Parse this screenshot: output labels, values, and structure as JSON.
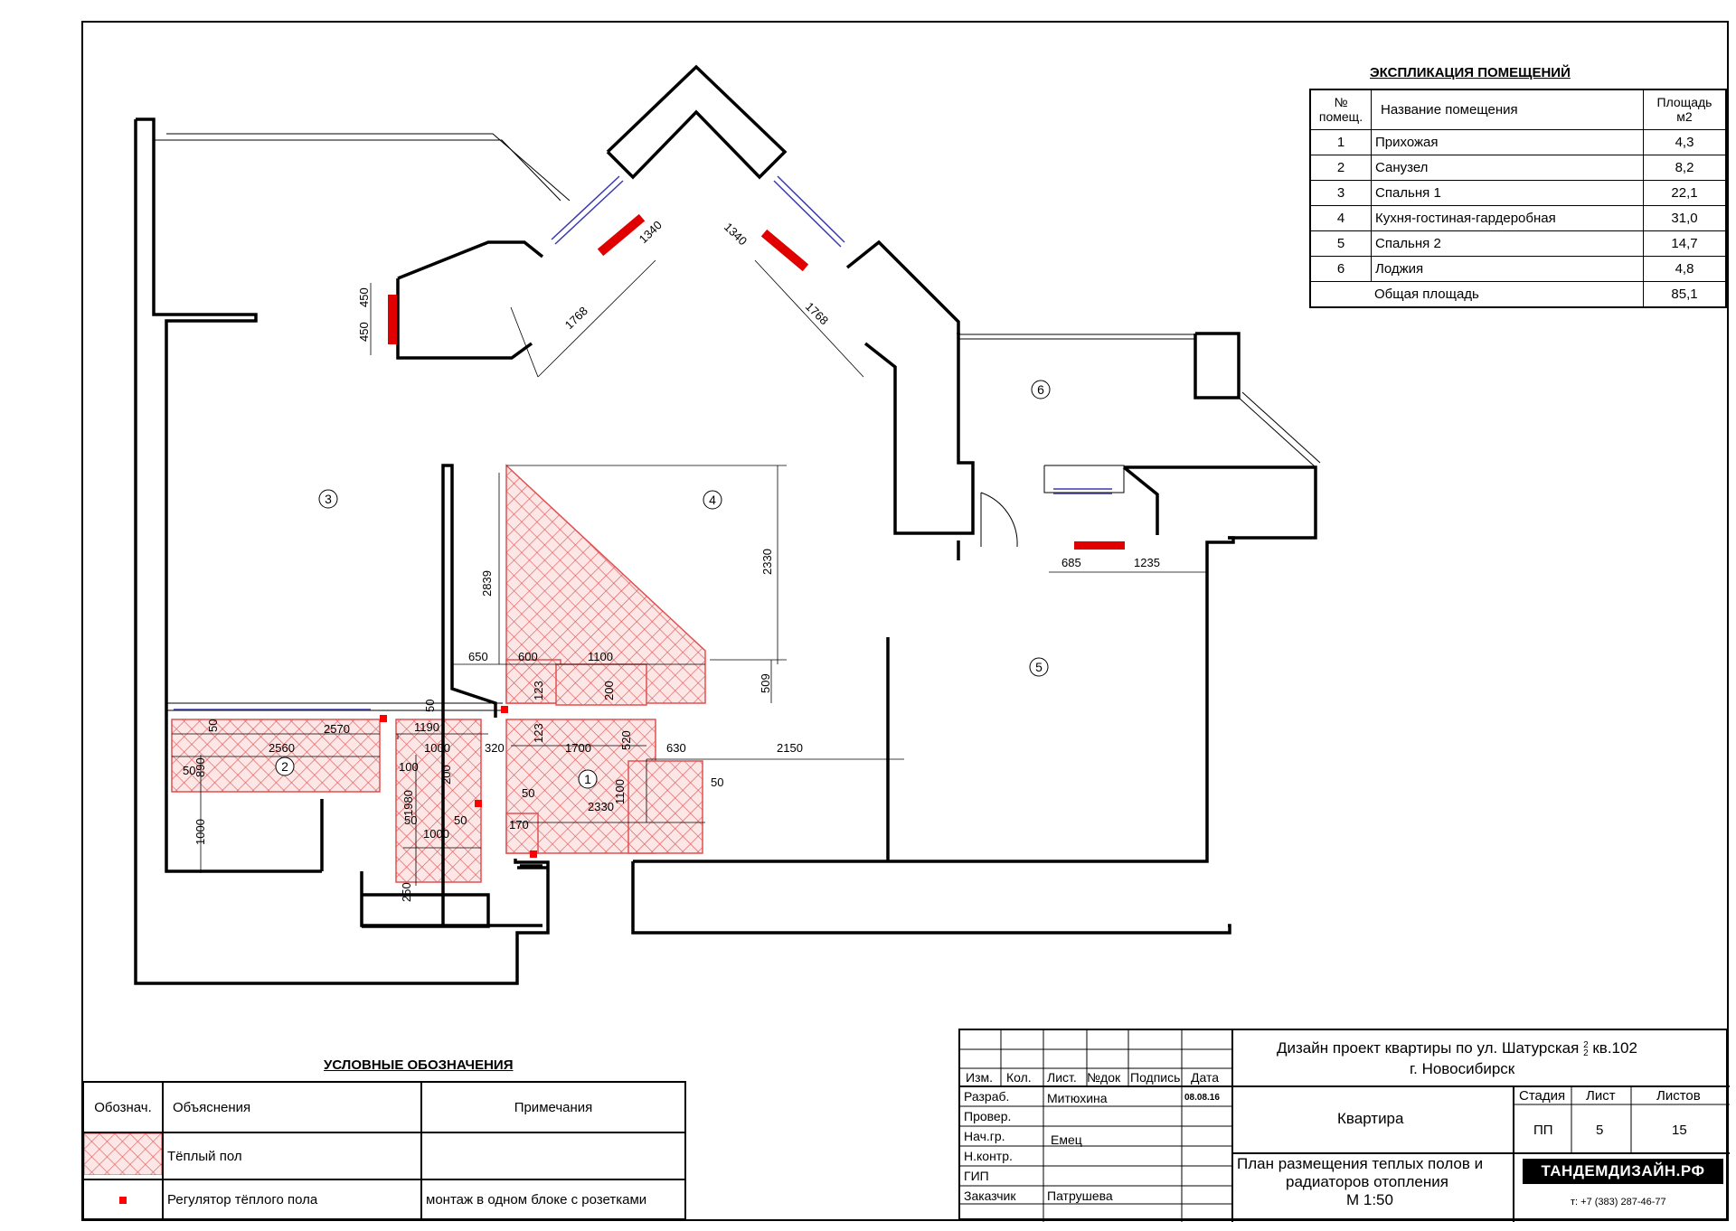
{
  "explication": {
    "title": "ЭКСПЛИКАЦИЯ ПОМЕЩЕНИЙ",
    "headers": [
      "№ помещ.",
      "Название помещения",
      "Площадь м2"
    ],
    "rows": [
      {
        "num": "1",
        "name": "Прихожая",
        "area": "4,3"
      },
      {
        "num": "2",
        "name": "Санузел",
        "area": "8,2"
      },
      {
        "num": "3",
        "name": "Спальня 1",
        "area": "22,1"
      },
      {
        "num": "4",
        "name": "Кухня-гостиная-гардеробная",
        "area": "31,0"
      },
      {
        "num": "5",
        "name": "Спальня 2",
        "area": "14,7"
      },
      {
        "num": "6",
        "name": "Лоджия",
        "area": "4,8"
      }
    ],
    "total_label": "Общая площадь",
    "total_value": "85,1"
  },
  "legend": {
    "title": "УСЛОВНЫЕ ОБОЗНАЧЕНИЯ",
    "headers": [
      "Обознач.",
      "Объяснения",
      "Примечания"
    ],
    "rows": [
      {
        "explanation": "Тёплый пол",
        "note": ""
      },
      {
        "explanation": "Регулятор тёплого пола",
        "note": "монтаж в одном блоке с розетками"
      }
    ]
  },
  "stamp": {
    "project_title_line1": "Дизайн проект квартиры по ул. Шатурская",
    "house_num_top": "2",
    "house_num_bottom": "2",
    "project_title_apt": "кв.102",
    "project_title_line2": "г. Новосибирск",
    "cols": [
      "Изм.",
      "Кол.",
      "Лист.",
      "№док",
      "Подпись",
      "Дата"
    ],
    "roles": [
      {
        "role": "Разраб.",
        "name": "Митюхина",
        "date": "08.08.16"
      },
      {
        "role": "Провер.",
        "name": "",
        "date": ""
      },
      {
        "role": "Нач.гр.",
        "name": "Емец",
        "date": ""
      },
      {
        "role": "Н.контр.",
        "name": "",
        "date": ""
      },
      {
        "role": "ГИП",
        "name": "",
        "date": ""
      },
      {
        "role": "Заказчик",
        "name": "Патрушева",
        "date": ""
      }
    ],
    "object": "Квартира",
    "sheet_title_line1": "План размещения теплых полов и",
    "sheet_title_line2": "радиаторов отопления",
    "scale": "М 1:50",
    "stage_label": "Стадия",
    "sheet_label": "Лист",
    "sheets_label": "Листов",
    "stage": "ПП",
    "sheet": "5",
    "sheets": "15",
    "company": "ТАНДЕМДИЗАЙН.РФ",
    "phone": "т: +7 (383) 287-46-77"
  },
  "rooms": [
    "1",
    "2",
    "3",
    "4",
    "5",
    "6"
  ],
  "dims": {
    "d450a": "450",
    "d450b": "450",
    "d1768a": "1768",
    "d1768b": "1768",
    "d1340a": "1340",
    "d1340b": "1340",
    "d2839": "2839",
    "d2330v": "2330",
    "d650": "650",
    "d600": "600",
    "d1100a": "1100",
    "d509": "509",
    "d123a": "123",
    "d200a": "200",
    "d123b": "123",
    "d50a": "50",
    "d1190": "1190",
    "d1000a": "1000",
    "d320": "320",
    "d1700": "1700",
    "d520": "520",
    "d630": "630",
    "d2150": "2150",
    "d2570": "2570",
    "d2560": "2560",
    "d890": "890",
    "d50b": "50",
    "d50c": "50",
    "d100": "100",
    "d200b": "200",
    "d1980": "1980",
    "d50d": "50",
    "d1000b": "1000",
    "d50e": "50",
    "d50f": "50",
    "d2330h": "2330",
    "d1100b": "1100",
    "d50g": "50",
    "d170": "170",
    "d1000c": "1000",
    "d250": "250",
    "d685": "685",
    "d1235": "1235"
  },
  "colors": {
    "heated_floor": "#f2a0a0",
    "regulator": "#ff0000",
    "radiator": "#ff0000"
  }
}
